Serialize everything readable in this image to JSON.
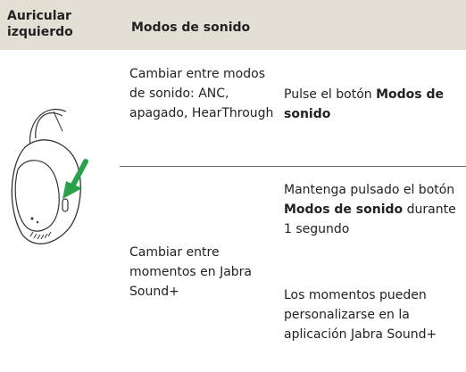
{
  "header": {
    "col1": "Auricular izquierdo",
    "col2": "Modos de sonido"
  },
  "rows": [
    {
      "action": "Cambiar entre modos de sonido: ANC, apagado, HearThrough",
      "instr_prefix": "Pulse el botón ",
      "instr_bold": "Modos de sonido",
      "instr_suffix": ""
    },
    {
      "action": "Cambiar entre momentos en Jabra Sound+",
      "instr_prefix": "Mantenga pulsado el botón ",
      "instr_bold": "Modos de sonido",
      "instr_suffix": " durante 1 segundo",
      "note": "Los momentos pueden personalizarse en la aplicación Jabra Sound+"
    }
  ],
  "colors": {
    "header_bg": "#e2dfd4",
    "arrow": "#2aa24a"
  },
  "icons": {
    "illustration": "headphone-left-earcup-icon",
    "arrow": "green-arrow-icon"
  }
}
